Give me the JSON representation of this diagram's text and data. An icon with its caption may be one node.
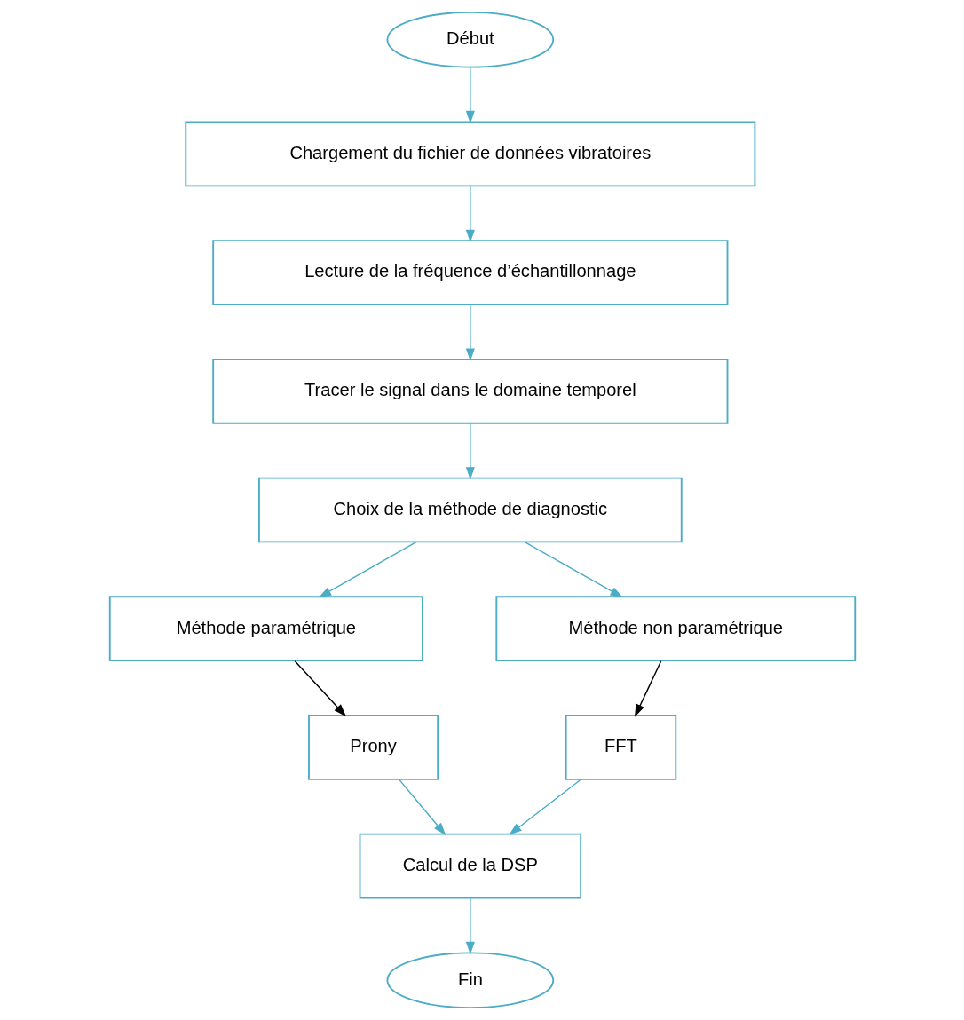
{
  "diagram": {
    "nodes": [
      {
        "text": [
          "Début"
        ]
      },
      {
        "text": [
          "Chargement du fichier de données vibratoires"
        ]
      },
      {
        "text": [
          "Lecture de la fréquence d’échantillonnage"
        ]
      },
      {
        "text": [
          "Tracer le signal dans le domaine temporel"
        ]
      },
      {
        "text": [
          "Choix de la méthode de diagnostic"
        ]
      },
      {
        "text": [
          "Méthode paramétrique"
        ]
      },
      {
        "text": [
          "Méthode non paramétrique"
        ]
      },
      {
        "text": [
          "Prony"
        ]
      },
      {
        "text": [
          "FFT"
        ]
      },
      {
        "text": [
          "Calcul de la DSP"
        ]
      },
      {
        "text": [
          "Fin"
        ]
      }
    ],
    "edges": [
      {
        "from": 0,
        "to": 1,
        "arrow": "to"
      },
      {
        "from": 1,
        "to": 2,
        "arrow": "to"
      },
      {
        "from": 2,
        "to": 3,
        "arrow": "to"
      },
      {
        "from": 3,
        "to": 4,
        "arrow": "to"
      },
      {
        "from": 4,
        "to": 5,
        "arrow": "to"
      },
      {
        "from": 4,
        "to": 6,
        "arrow": "to"
      },
      {
        "from": 5,
        "to": 7,
        "arrow": "to",
        "color": "#000000"
      },
      {
        "from": 6,
        "to": 8,
        "arrow": "to",
        "color": "#000000"
      },
      {
        "from": 7,
        "to": 9,
        "arrow": "to"
      },
      {
        "from": 8,
        "to": 9,
        "arrow": "to"
      },
      {
        "from": 9,
        "to": 10,
        "arrow": "to"
      }
    ]
  }
}
